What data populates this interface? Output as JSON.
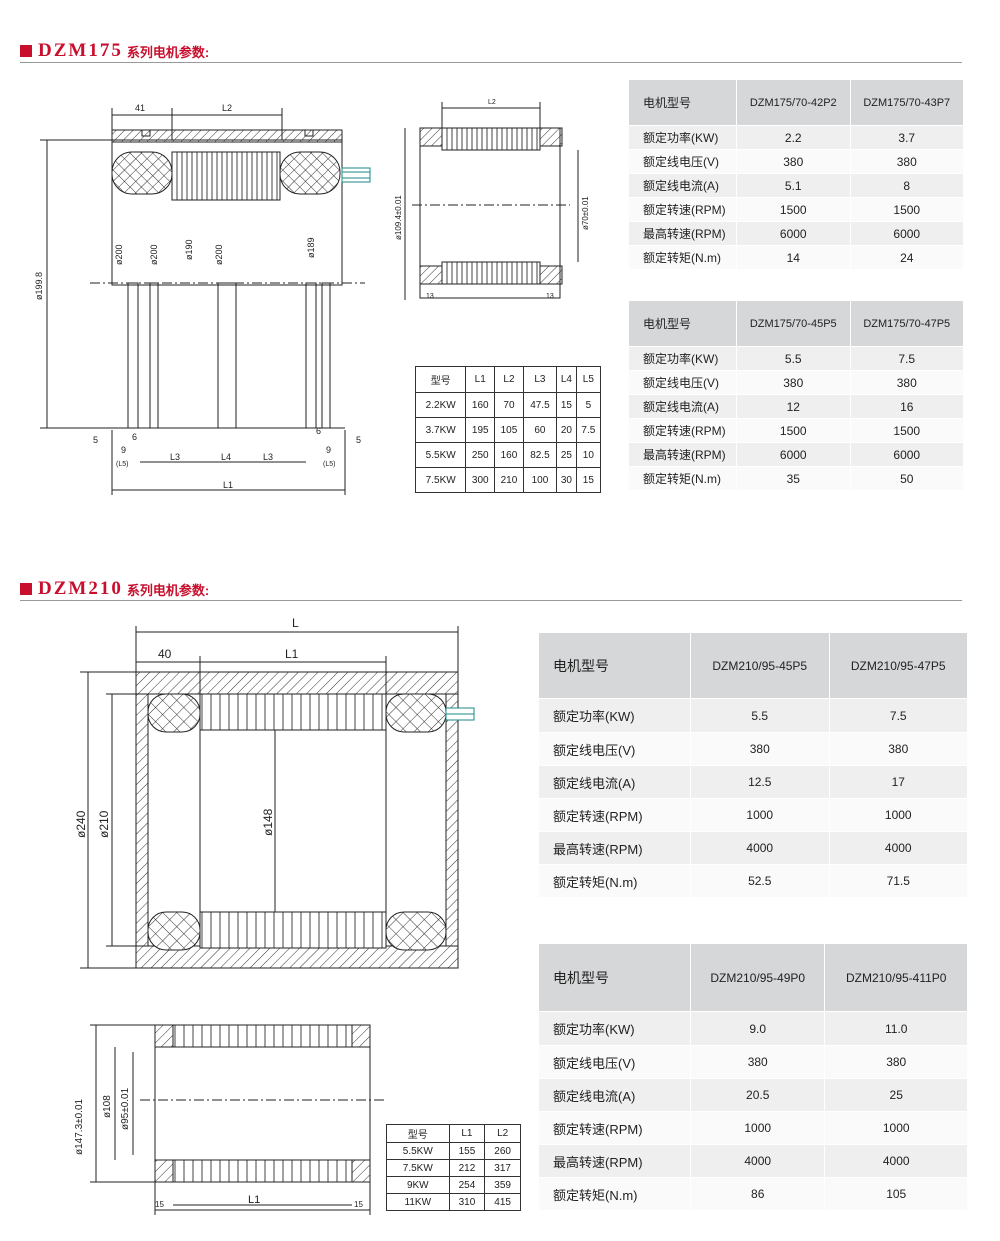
{
  "section1": {
    "model": "DZM175",
    "subtitle": "系列电机参数:",
    "table_a": {
      "header": [
        "电机型号",
        "DZM175/70-42P2",
        "DZM175/70-43P7"
      ],
      "rows": [
        [
          "额定功率(KW)",
          "2.2",
          "3.7"
        ],
        [
          "额定线电压(V)",
          "380",
          "380"
        ],
        [
          "额定线电流(A)",
          "5.1",
          "8"
        ],
        [
          "额定转速(RPM)",
          "1500",
          "1500"
        ],
        [
          "最高转速(RPM)",
          "6000",
          "6000"
        ],
        [
          "额定转矩(N.m)",
          "14",
          "24"
        ]
      ]
    },
    "table_b": {
      "header": [
        "电机型号",
        "DZM175/70-45P5",
        "DZM175/70-47P5"
      ],
      "rows": [
        [
          "额定功率(KW)",
          "5.5",
          "7.5"
        ],
        [
          "额定线电压(V)",
          "380",
          "380"
        ],
        [
          "额定线电流(A)",
          "12",
          "16"
        ],
        [
          "额定转速(RPM)",
          "1500",
          "1500"
        ],
        [
          "最高转速(RPM)",
          "6000",
          "6000"
        ],
        [
          "额定转矩(N.m)",
          "35",
          "50"
        ]
      ]
    },
    "dims_table": {
      "header": [
        "型号",
        "L1",
        "L2",
        "L3",
        "L4",
        "L5"
      ],
      "rows": [
        [
          "2.2KW",
          "160",
          "70",
          "47.5",
          "15",
          "5"
        ],
        [
          "3.7KW",
          "195",
          "105",
          "60",
          "20",
          "7.5"
        ],
        [
          "5.5KW",
          "250",
          "160",
          "82.5",
          "25",
          "10"
        ],
        [
          "7.5KW",
          "300",
          "210",
          "100",
          "30",
          "15"
        ]
      ]
    },
    "drawing_labels": {
      "d1": "41",
      "d2": "L2",
      "d3": "ø199.8",
      "d4": "ø200",
      "d5": "ø200",
      "d6": "ø190",
      "d7": "ø200",
      "d8": "ø189",
      "d9": "5",
      "d10": "9",
      "d11": "(L5)",
      "d12": "6",
      "d13": "L3",
      "d14": "L4",
      "d15": "L3",
      "d16": "6",
      "d17": "9",
      "d18": "(L5)",
      "d19": "5",
      "d20": "L1",
      "r1": "L2",
      "r2": "ø109.4±0.01",
      "r3": "ø70±0.01",
      "r4": "13",
      "r5": "13"
    }
  },
  "section2": {
    "model": "DZM210",
    "subtitle": "系列电机参数:",
    "table_a": {
      "header": [
        "电机型号",
        "DZM210/95-45P5",
        "DZM210/95-47P5"
      ],
      "rows": [
        [
          "额定功率(KW)",
          "5.5",
          "7.5"
        ],
        [
          "额定线电压(V)",
          "380",
          "380"
        ],
        [
          "额定线电流(A)",
          "12.5",
          "17"
        ],
        [
          "额定转速(RPM)",
          "1000",
          "1000"
        ],
        [
          "最高转速(RPM)",
          "4000",
          "4000"
        ],
        [
          "额定转矩(N.m)",
          "52.5",
          "71.5"
        ]
      ]
    },
    "table_b": {
      "header": [
        "电机型号",
        "DZM210/95-49P0",
        "DZM210/95-411P0"
      ],
      "rows": [
        [
          "额定功率(KW)",
          "9.0",
          "11.0"
        ],
        [
          "额定线电压(V)",
          "380",
          "380"
        ],
        [
          "额定线电流(A)",
          "20.5",
          "25"
        ],
        [
          "额定转速(RPM)",
          "1000",
          "1000"
        ],
        [
          "最高转速(RPM)",
          "4000",
          "4000"
        ],
        [
          "额定转矩(N.m)",
          "86",
          "105"
        ]
      ]
    },
    "dims_table": {
      "header": [
        "型号",
        "L1",
        "L2"
      ],
      "rows": [
        [
          "5.5KW",
          "155",
          "260"
        ],
        [
          "7.5KW",
          "212",
          "317"
        ],
        [
          "9KW",
          "254",
          "359"
        ],
        [
          "11KW",
          "310",
          "415"
        ]
      ]
    },
    "drawing_labels": {
      "a1": "L",
      "a2": "40",
      "a3": "L1",
      "a4": "ø240",
      "a5": "ø210",
      "a6": "ø148",
      "b1": "ø147.3±0.01",
      "b2": "ø108",
      "b3": "ø95±0.01",
      "b4": "15",
      "b5": "L1",
      "b6": "15"
    }
  },
  "colors": {
    "accent": "#c8102e",
    "header_bg": "#d6d7d8",
    "row_bg": "#efefef"
  }
}
